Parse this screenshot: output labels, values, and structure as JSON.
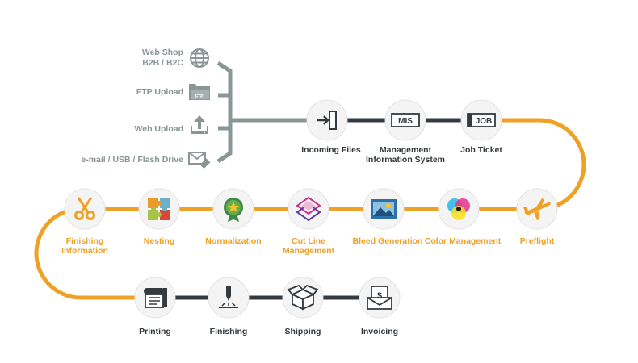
{
  "colors": {
    "accent": "#eea124",
    "dark": "#333a40",
    "grey": "#8a9696",
    "node": "#f4f4f4"
  },
  "sources": [
    {
      "label1": "Web Shop",
      "label2": "B2B / B2C",
      "icon": "globe-icon"
    },
    {
      "label1": "FTP Upload",
      "label2": "",
      "icon": "ftp-folder-icon"
    },
    {
      "label1": "Web Upload",
      "label2": "",
      "icon": "upload-icon"
    },
    {
      "label1": "e-mail / USB / Flash Drive",
      "label2": "",
      "icon": "mail-usb-icon"
    }
  ],
  "row1": [
    {
      "label1": "Incoming Files",
      "label2": "",
      "icon": "door-enter-icon"
    },
    {
      "label1": "Management",
      "label2": "Information System",
      "icon": "mis-icon",
      "icon_text": "MIS"
    },
    {
      "label1": "Job Ticket",
      "label2": "",
      "icon": "job-ticket-icon",
      "icon_text": "JOB"
    }
  ],
  "row2": [
    {
      "label1": "Finishing",
      "label2": "Information",
      "icon": "scissors-icon"
    },
    {
      "label1": "Nesting",
      "label2": "",
      "icon": "puzzle-icon"
    },
    {
      "label1": "Normalization",
      "label2": "",
      "icon": "badge-icon"
    },
    {
      "label1": "Cut Line",
      "label2": "Management",
      "icon": "cutline-icon"
    },
    {
      "label1": "Bleed Generation",
      "label2": "",
      "icon": "picture-icon"
    },
    {
      "label1": "Color Management",
      "label2": "",
      "icon": "cmyk-icon"
    },
    {
      "label1": "Preflight",
      "label2": "",
      "icon": "plane-icon"
    }
  ],
  "row3": [
    {
      "label1": "Printing",
      "label2": "",
      "icon": "printer-icon"
    },
    {
      "label1": "Finishing",
      "label2": "",
      "icon": "cutter-icon"
    },
    {
      "label1": "Shipping",
      "label2": "",
      "icon": "box-icon"
    },
    {
      "label1": "Invoicing",
      "label2": "",
      "icon": "invoice-icon",
      "icon_text": "$"
    }
  ]
}
